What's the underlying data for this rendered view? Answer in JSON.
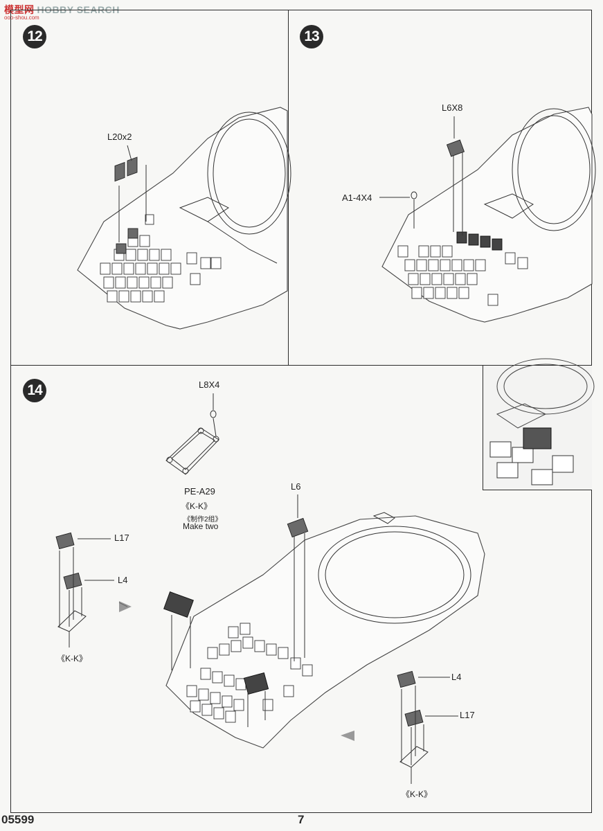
{
  "watermark": {
    "logo": "模型网",
    "text": "HOBBY SEARCH",
    "sub": "ooo-shou.com"
  },
  "steps": {
    "step12": {
      "number": "12",
      "parts": {
        "l20": "L20x2"
      }
    },
    "step13": {
      "number": "13",
      "parts": {
        "l6x8": "L6X8",
        "a1": "A1-4X4"
      }
    },
    "step14": {
      "number": "14",
      "parts": {
        "l8x4": "L8X4",
        "pe_a29": "PE-A29",
        "kk_top": "《K-K》",
        "make_two_cn": "《制作2组》",
        "make_two": "Make two",
        "l6": "L6",
        "l17_left": "L17",
        "l4_left": "L4",
        "kk_left": "《K-K》",
        "l4_right": "L4",
        "l17_right": "L17",
        "kk_right": "《K-K》"
      }
    }
  },
  "footer": {
    "code": "05599",
    "page": "7"
  }
}
